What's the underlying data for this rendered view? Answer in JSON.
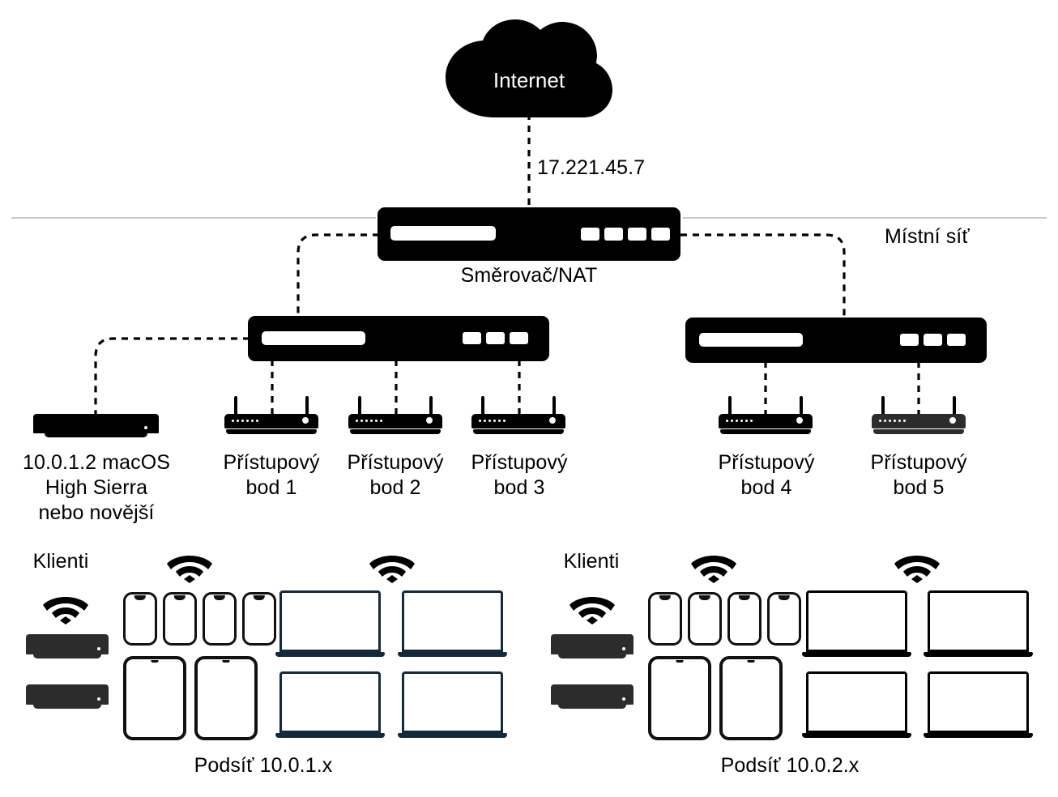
{
  "diagram": {
    "title": "Network topology diagram",
    "internet": {
      "label": "Internet",
      "icon": "cloud-icon",
      "wan_ip": "17.221.45.7"
    },
    "local_network_label": "Místní síť",
    "router": {
      "label": "Směrovač/NAT",
      "icon": "router-icon",
      "port_count": 4
    },
    "switches": [
      {
        "name": "switch-left",
        "icon": "switch-icon",
        "port_count": 3
      },
      {
        "name": "switch-right",
        "icon": "switch-icon",
        "port_count": 3
      }
    ],
    "server": {
      "label": "10.0.1.2 macOS\nHigh Sierra\nnebo novější",
      "ip": "10.0.1.2",
      "os": "macOS High Sierra nebo novější",
      "icon": "mac-mini-icon"
    },
    "access_points": [
      {
        "label": "Přístupový\nbod 1",
        "icon": "access-point-icon",
        "color": "#000000"
      },
      {
        "label": "Přístupový\nbod 2",
        "icon": "access-point-icon",
        "color": "#000000"
      },
      {
        "label": "Přístupový\nbod 3",
        "icon": "access-point-icon",
        "color": "#000000"
      },
      {
        "label": "Přístupový\nbod 4",
        "icon": "access-point-icon",
        "color": "#000000"
      },
      {
        "label": "Přístupový\nbod 5",
        "icon": "access-point-icon",
        "color": "#2c2c2c"
      }
    ],
    "subnets": [
      {
        "name": "subnet-left",
        "clients_label": "Klienti",
        "caption": "Podsíť 10.0.1.x",
        "devices": {
          "mac_minis": 2,
          "phones": 4,
          "tablets": 2,
          "laptops": 4
        },
        "laptop_color": "#16293a",
        "wifi_icons": 3
      },
      {
        "name": "subnet-right",
        "clients_label": "Klienti",
        "caption": "Podsíť 10.0.2.x",
        "devices": {
          "mac_minis": 2,
          "phones": 4,
          "tablets": 2,
          "laptops": 4
        },
        "laptop_color": "#000000",
        "wifi_icons": 3
      }
    ],
    "colors": {
      "primary": "#000000",
      "divider": "#c9c9c9",
      "laptop_navy": "#16293a",
      "device_dark": "#2c2c2c",
      "background": "#ffffff"
    },
    "link_style": "dashed"
  }
}
